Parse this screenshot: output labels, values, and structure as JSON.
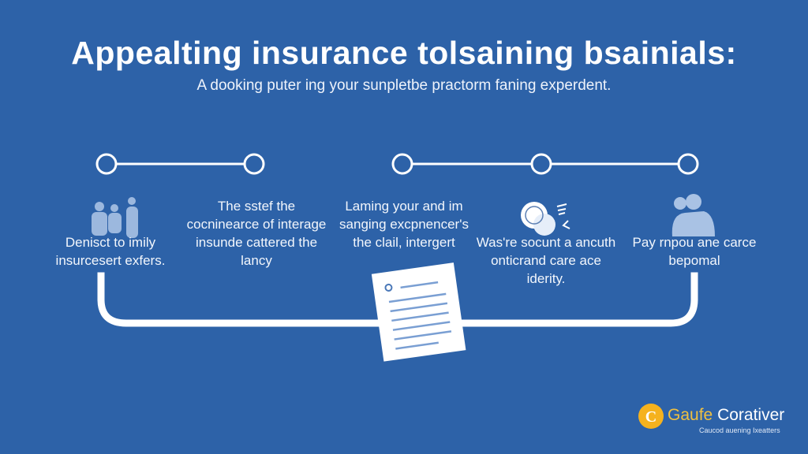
{
  "title": "Appealting insurance tolsaining bsainials:",
  "subtitle": "A dooking puter ing your sunpletbe practorm faning experdent.",
  "steps": [
    {
      "text": "Denisct to imily insurcesert exfers.",
      "icon": "people-icon"
    },
    {
      "text": "The sstef the cocninearce of interage insunde cattered the lancy",
      "icon": ""
    },
    {
      "text": "Laming your and im sanging excpnencer's the clail, intergert",
      "icon": "document-icon"
    },
    {
      "text": "Was're socunt a ancuth onticrand care ace iderity.",
      "icon": "coins-icon"
    },
    {
      "text": "Pay rnpou ane carce bepomal",
      "icon": "people-icon"
    }
  ],
  "logo": {
    "brand_a": "Gaufe",
    "brand_b": "Corativer",
    "tagline": "Caucod auening Ixeatters",
    "color": "#f5b21e"
  },
  "colors": {
    "background": "#2d62a8",
    "foreground": "#ffffff"
  }
}
